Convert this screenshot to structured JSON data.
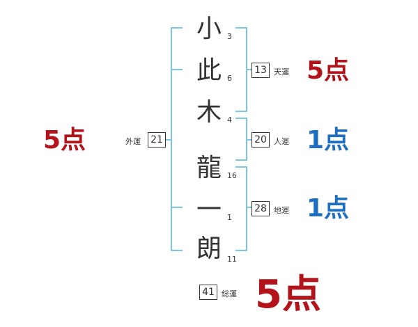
{
  "name": {
    "characters": [
      "小",
      "此",
      "木",
      "龍",
      "一",
      "朗"
    ],
    "strokes": [
      "3",
      "6",
      "4",
      "16",
      "1",
      "11"
    ]
  },
  "fortunes": {
    "gaiun": {
      "label": "外運",
      "value": "21",
      "score": "5点"
    },
    "tenun": {
      "label": "天運",
      "value": "13",
      "score": "5点"
    },
    "jinun": {
      "label": "人運",
      "value": "20",
      "score": "1点"
    },
    "chiun": {
      "label": "地運",
      "value": "28",
      "score": "1点"
    },
    "souun": {
      "label": "総運",
      "value": "41",
      "score": "5点"
    }
  },
  "colors": {
    "bracket": "#7cc6e8",
    "score_high": "#b3141b",
    "score_low": "#1e6fc0",
    "text": "#333333"
  }
}
